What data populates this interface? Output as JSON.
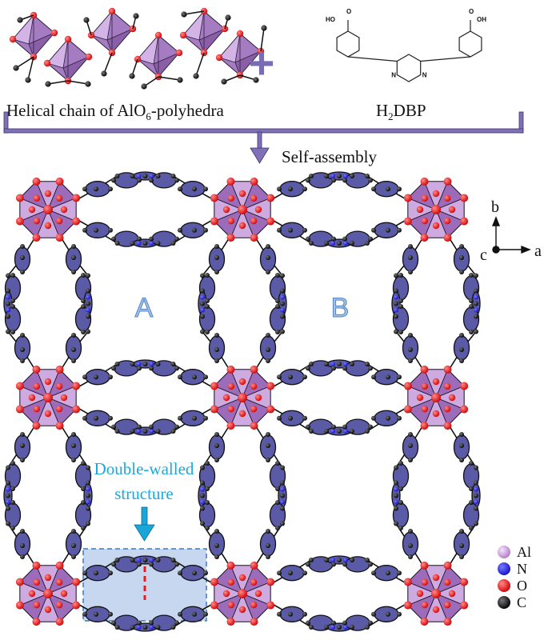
{
  "top": {
    "chain_caption_pre": "Helical chain of AlO",
    "chain_caption_sub": "6",
    "chain_caption_post": "-polyhedra",
    "plus": "+",
    "ligand_caption_pre": "H",
    "ligand_caption_sub": "2",
    "ligand_caption_post": "DBP",
    "ligand_atoms": {
      "left_group": "HO",
      "right_group": "OH",
      "ring_n": "N",
      "carbonyl_o": "O"
    }
  },
  "arrow_caption": "Self-assembly",
  "channels": {
    "a": "A",
    "b": "B"
  },
  "annotation": {
    "line1": "Double-walled",
    "line2": "structure"
  },
  "axes": {
    "b": "b",
    "c": "c",
    "a": "a"
  },
  "legend": [
    {
      "label": "Al",
      "color": "#d59be0"
    },
    {
      "label": "N",
      "color": "#1e1ee0"
    },
    {
      "label": "O",
      "color": "#ee1111"
    },
    {
      "label": "C",
      "color": "#111111"
    }
  ],
  "colors": {
    "polyhedron": "#a57bc2",
    "polyhedron_light": "#d4b4e6",
    "ring_fill": "#5a5aa6",
    "bracket": "#8070b8",
    "annotation": "#19a9e0",
    "channel_label": "#7aa8da",
    "highlight_box": "#c7d7ef"
  }
}
